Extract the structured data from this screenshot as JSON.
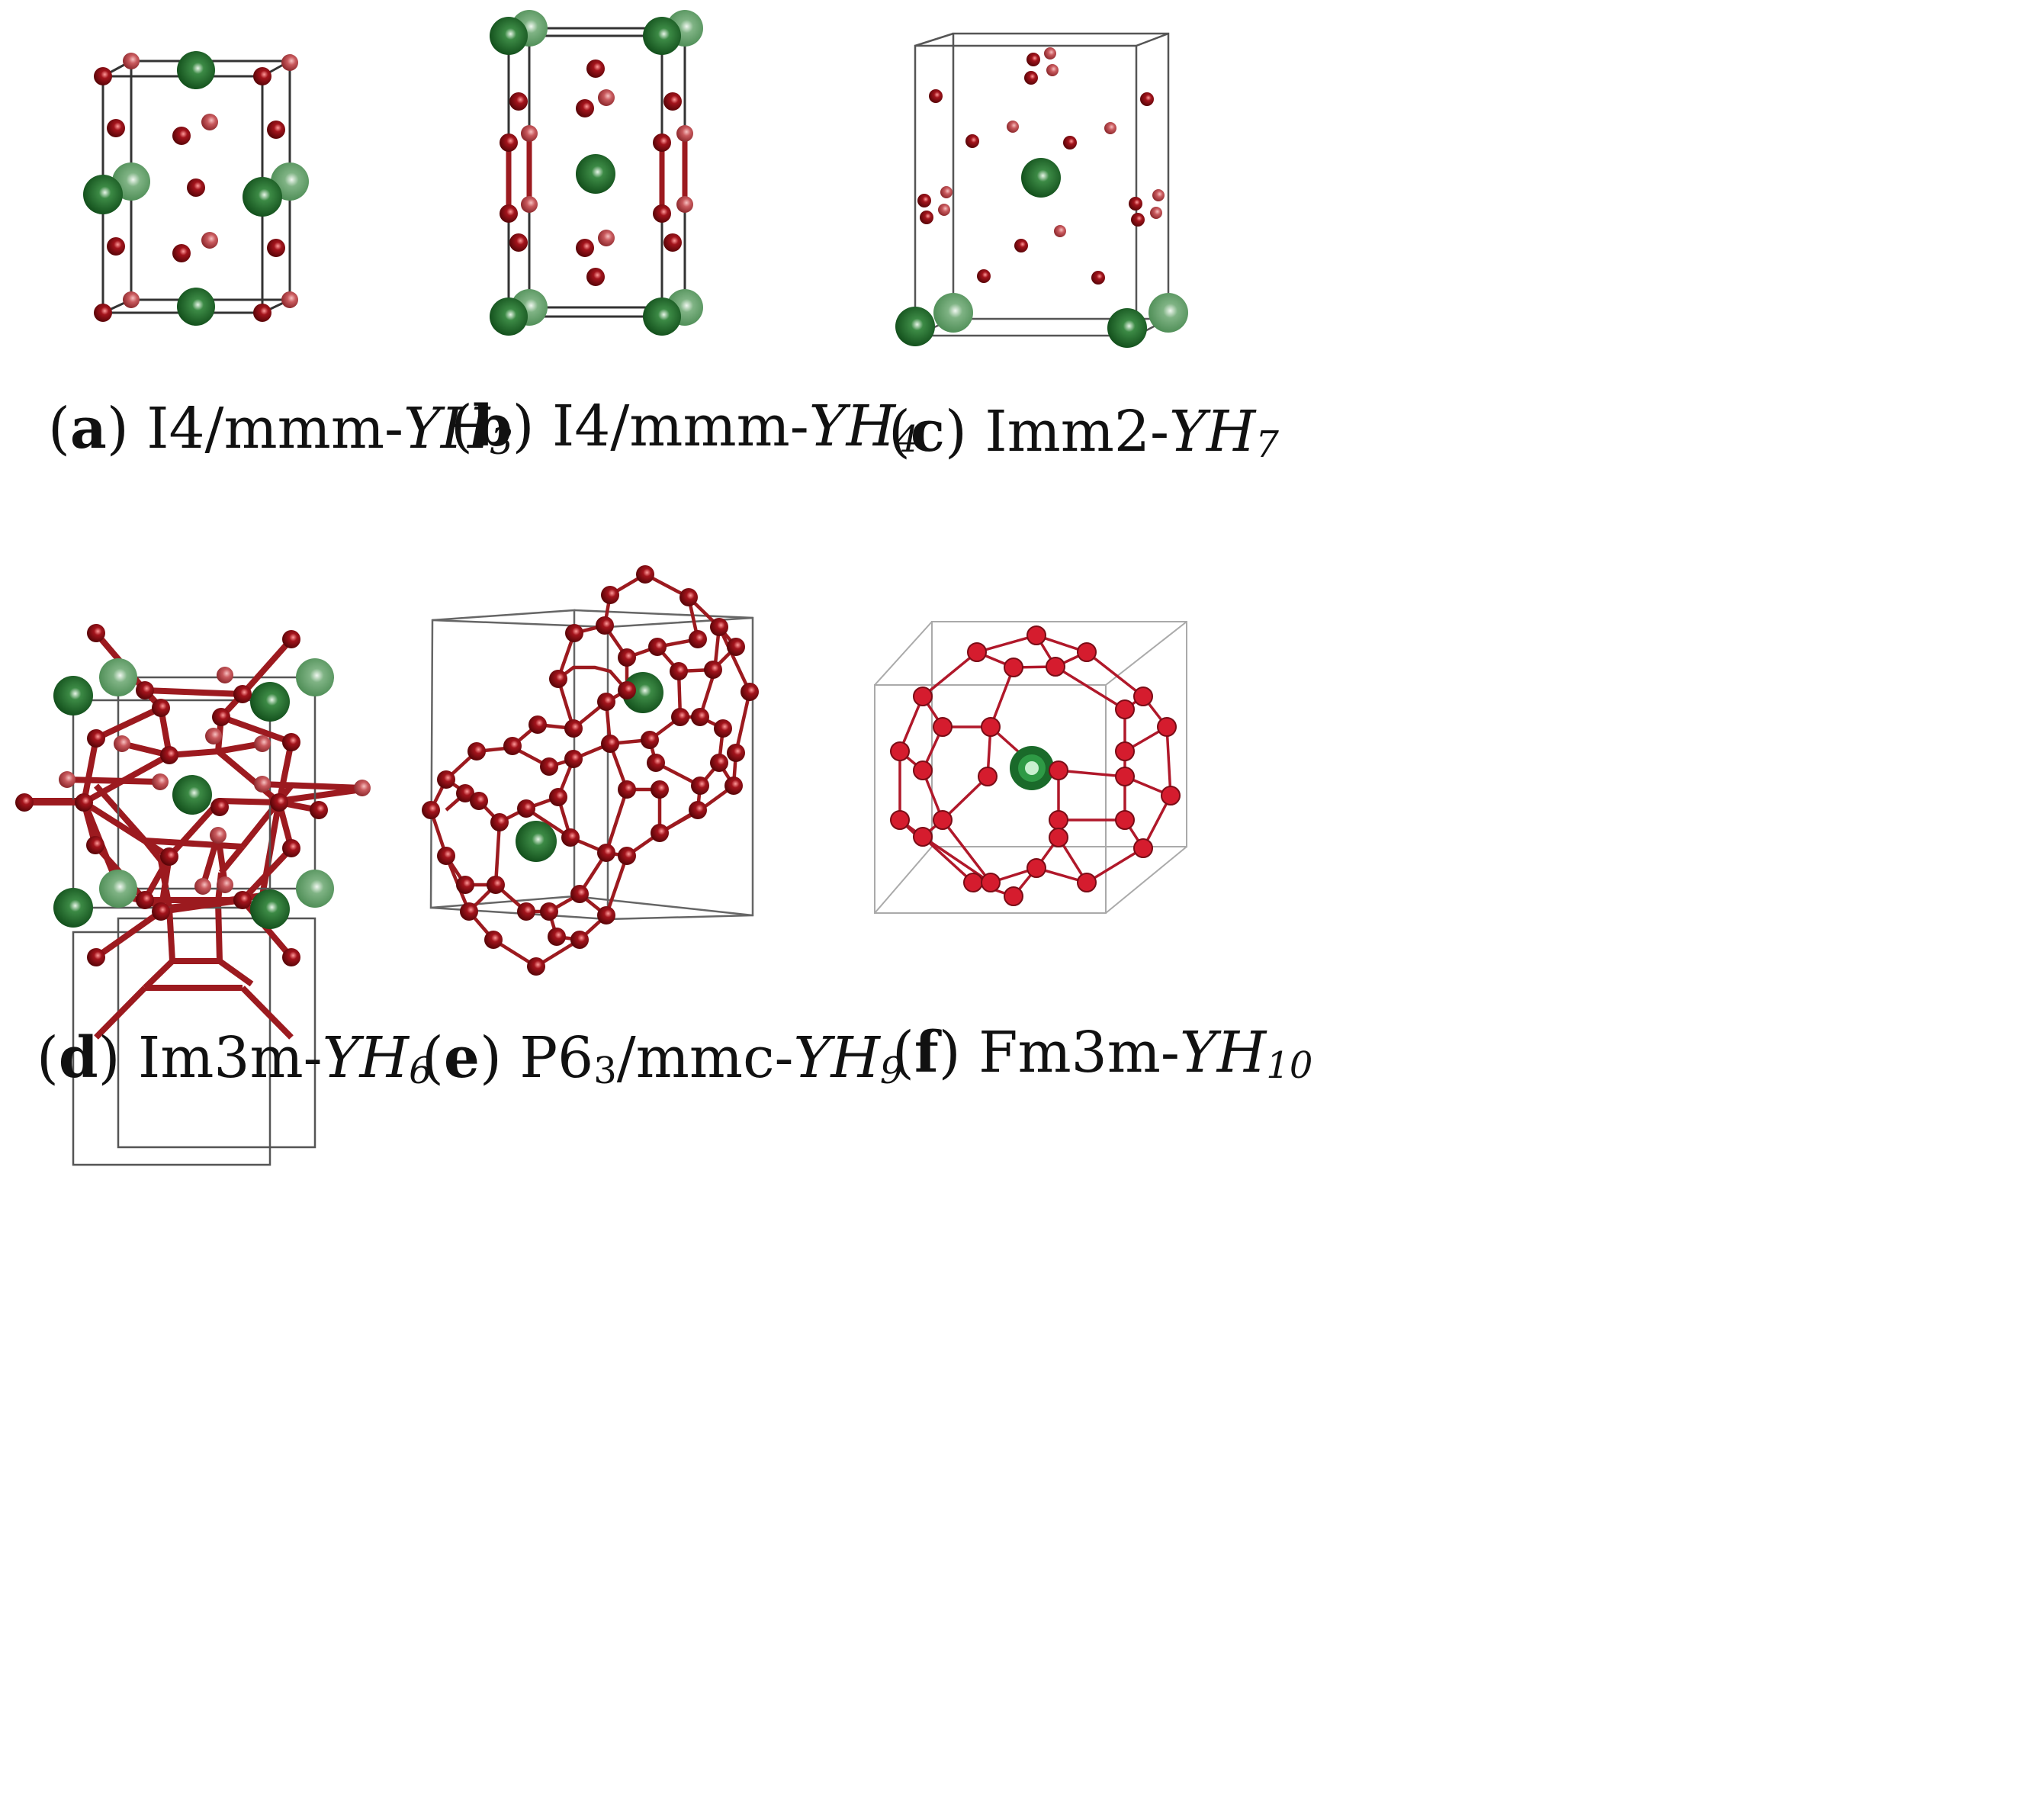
{
  "colors": {
    "yttrium": "#1f6b2a",
    "yttrium_back": "#5f9a66",
    "hydrogen": "#8b1015",
    "hydrogen_back": "#c35357",
    "hydrogen_f": "#d51c2e",
    "bond": "#9c1a1f",
    "cell": "#333333"
  },
  "panels": [
    {
      "key": "a",
      "letter": "a",
      "group": "I4/mmm-",
      "formula": "YH",
      "sub": "3"
    },
    {
      "key": "b",
      "letter": "b",
      "group": "I4/mmm-",
      "formula": "YH",
      "sub": "4"
    },
    {
      "key": "c",
      "letter": "c",
      "group": "Imm2-",
      "formula": "YH",
      "sub": "7"
    },
    {
      "key": "d",
      "letter": "d",
      "group": "Im3m-",
      "formula": "YH",
      "sub": "6"
    },
    {
      "key": "e",
      "letter": "e",
      "group": "P6",
      "group_sub": "3",
      "group_tail": "/mmc-",
      "formula": "YH",
      "sub": "9"
    },
    {
      "key": "f",
      "letter": "f",
      "group": "Fm3m-",
      "formula": "YH",
      "sub": "10"
    }
  ]
}
